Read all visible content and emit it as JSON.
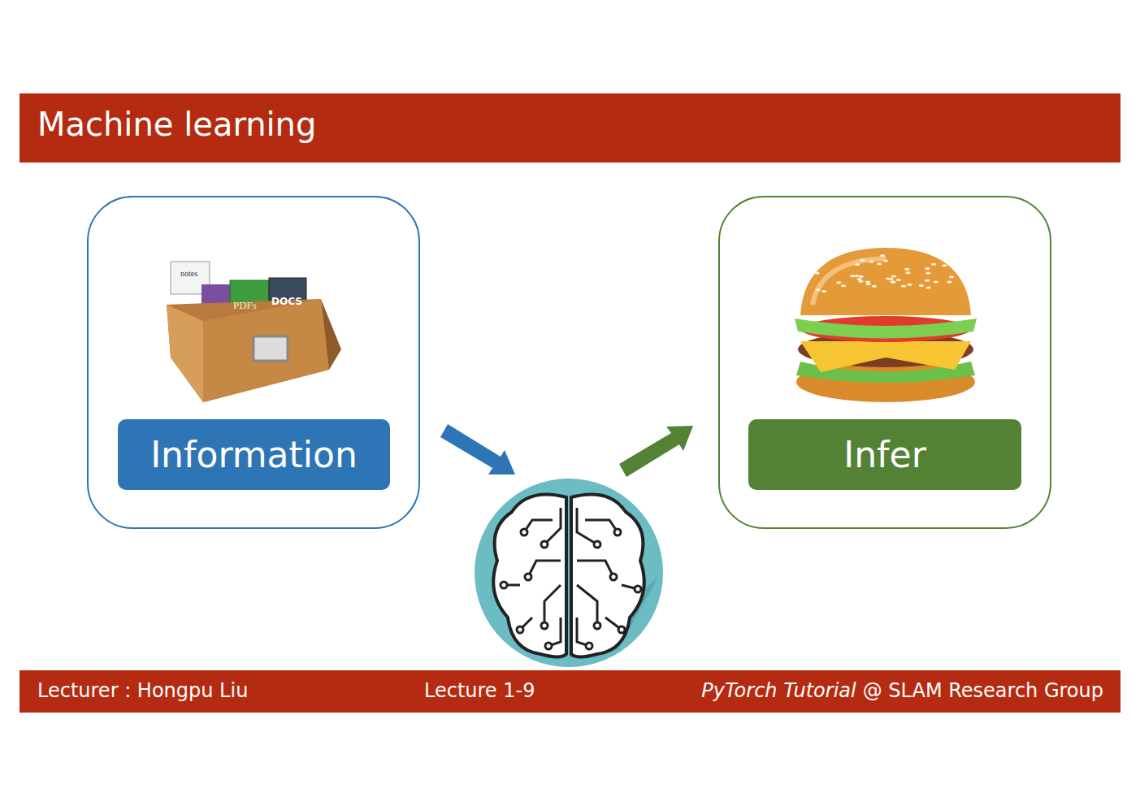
{
  "diagram": {
    "title": "Machine learning",
    "nodes": [
      {
        "text": [
          "Information"
        ]
      },
      {
        "text": [
          "Infer"
        ]
      }
    ],
    "labels": [
      "notes",
      "PDFs",
      "DOCS",
      "Lecturer : Hongpu Liu",
      "Lecture 1-9",
      "PyTorch Tutorial",
      "@ SLAM Research Group"
    ]
  }
}
